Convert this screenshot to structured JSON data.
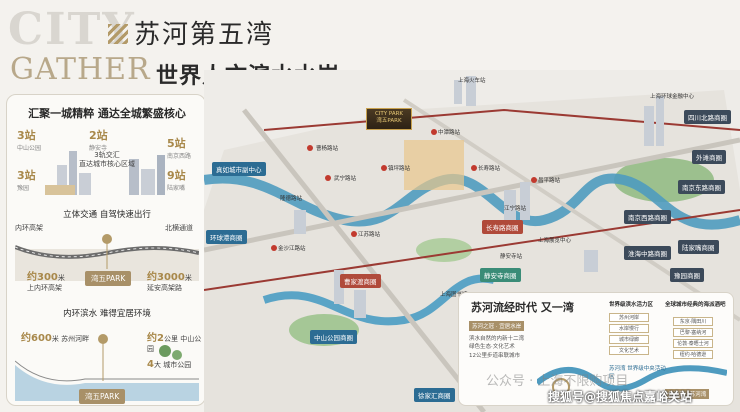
{
  "header": {
    "city": "CITY",
    "gather": "GATHER",
    "subtitle1": "苏河第五湾",
    "subtitle2": "世界人文滨水水岸"
  },
  "left_panel": {
    "section1_title": "汇聚一城精粹  通达全城繁盛核心",
    "stats": [
      {
        "num": "3站",
        "sub": "中山公园"
      },
      {
        "num": "2站",
        "sub": "静安寺"
      },
      {
        "num": "5站",
        "sub": "南京西路"
      },
      {
        "num": "3站",
        "sub": "豫园"
      },
      {
        "num": "9站",
        "sub": "陆家嘴"
      }
    ],
    "center_label_1": "3轨交汇",
    "center_label_2": "直达城市核心区域",
    "section2_title": "立体交通  自驾快速出行",
    "road_left": "内环高架",
    "road_right": "北横通道",
    "dist1_val": "约300",
    "dist1_unit": "米",
    "dist1_sub": "上内环高架",
    "dist2_val": "约3000",
    "dist2_unit": "米",
    "dist2_sub": "延安高架路",
    "park_badge": "湾五PARK",
    "section3_title": "内环滨水  难得宜居环境",
    "dist3_val": "约600",
    "dist3_unit": "米",
    "dist3_sub": "苏州河畔",
    "dist4_val": "约2",
    "dist4_unit": "公里",
    "dist4_sub": "中山公园",
    "dist5_val": "4",
    "dist5_unit": "大",
    "dist5_sub": "城市公园",
    "park_badge2": "湾五PARK"
  },
  "map": {
    "park_sign_1": "CITY PARK",
    "park_sign_2": "湾五PARK",
    "tags": [
      {
        "text": "真如城市副中心",
        "color": "blue"
      },
      {
        "text": "环球港商圈",
        "color": "blue"
      },
      {
        "text": "中山公园商圈",
        "color": "blue"
      },
      {
        "text": "静安寺商圈",
        "color": "green"
      },
      {
        "text": "徐家汇商圈",
        "color": "blue"
      },
      {
        "text": "四川北路商圈",
        "color": "dark"
      },
      {
        "text": "南京东路商圈",
        "color": "dark"
      },
      {
        "text": "外滩商圈",
        "color": "dark"
      },
      {
        "text": "南京西路商圈",
        "color": "dark"
      },
      {
        "text": "曹家渡商圈",
        "color": "red"
      },
      {
        "text": "长寿路商圈",
        "color": "red"
      },
      {
        "text": "陆家嘴商圈",
        "color": "dark"
      },
      {
        "text": "淮海中路商圈",
        "color": "dark"
      },
      {
        "text": "豫园商圈",
        "color": "dark"
      }
    ],
    "labels": [
      "上海火车站",
      "上海环球金融中心",
      "中潭路站",
      "曹杨路站",
      "镇坪路站",
      "武宁路站",
      "长寿路站",
      "江宁路站",
      "昌平路站",
      "隆德路站",
      "金沙江路站",
      "江苏路站",
      "静安寺站",
      "上海图书馆",
      "上海展览中心"
    ]
  },
  "info_box": {
    "title": "苏河流经时代  又一湾",
    "sub_left": "苏河之冠 · 宜居水岸",
    "left_list": [
      "滨水自然的内新十二湾",
      "绿色生态·文化艺术",
      "12公里步道串联城市"
    ],
    "mid_title": "世界级滨水活力区",
    "mid_items": [
      "苏州河岸",
      "水岸慢行",
      "城市绿廊",
      "文化艺术"
    ],
    "right_title": "全球城市经典的海派酒吧",
    "right_items": [
      "东京·隅田川",
      "巴黎·塞纳河",
      "伦敦·泰晤士河",
      "纽约·哈德逊"
    ],
    "river_label": "苏河湾 世界级中央活动区",
    "footer_tag": "外滩源 · 苏河湾"
  },
  "watermark": {
    "wm1": "公众号 · 上海不限购项目",
    "wm2": "搜狐号@搜狐焦点嘉峪关站"
  }
}
